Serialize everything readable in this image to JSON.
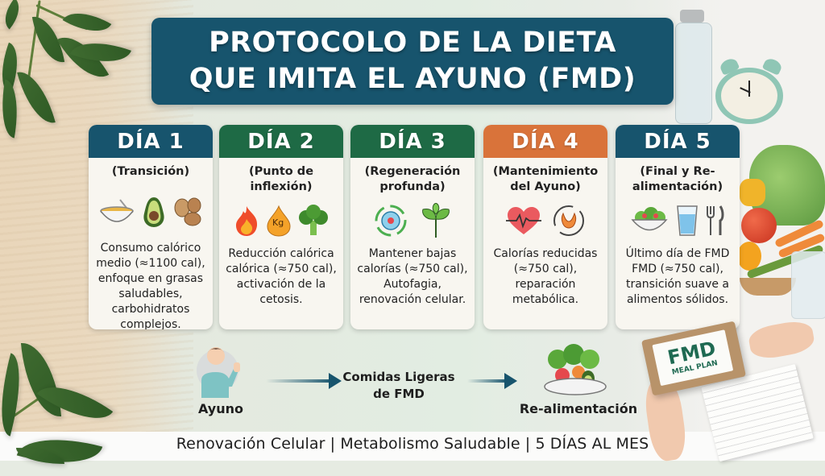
{
  "title": {
    "line1": "PROTOCOLO DE LA DIETA",
    "line2": "QUE IMITA EL AYUNO (FMD)"
  },
  "colors": {
    "title_bg": "#17546d",
    "day1": "#17546d",
    "day2": "#1e6a45",
    "day3": "#1e6a45",
    "day4": "#d9733a",
    "day5": "#17546d",
    "card_bg": "#f8f6f0",
    "arrow": "#17546d"
  },
  "days": [
    {
      "header": "DÍA 1",
      "subtitle": "(Transición)",
      "icons": [
        "soup-bowl-icon",
        "avocado-icon",
        "walnuts-icon"
      ],
      "description": "Consumo calórico medio (≈1100 cal), enfoque en grasas saludables, carbohidratos complejos."
    },
    {
      "header": "DÍA 2",
      "subtitle": "(Punto de inflexión)",
      "icons": [
        "fire-icon",
        "ketone-drop-icon",
        "broccoli-icon"
      ],
      "ketone_label": "Kg",
      "description": "Reducción calórica calórica (≈750 cal), activación de la cetosis."
    },
    {
      "header": "DÍA 3",
      "subtitle": "(Regeneración profunda)",
      "icons": [
        "cell-recycle-icon",
        "sprout-icon"
      ],
      "description": "Mantener bajas calorías (≈750 cal), Autofagia, renovación celular."
    },
    {
      "header": "DÍA 4",
      "subtitle": "(Mantenimiento del Ayuno)",
      "icons": [
        "heartbeat-icon",
        "metabolism-cycle-icon"
      ],
      "description": "Calorías reducidas (≈750 cal), reparación metabólica."
    },
    {
      "header": "DÍA 5",
      "subtitle": "(Final y Re-alimentación)",
      "icons": [
        "salad-bowl-icon",
        "water-glass-icon",
        "cutlery-icon"
      ],
      "description": "Último día de FMD FMD (≈750 cal), transición suave a alimentos sólidos."
    }
  ],
  "flow": {
    "start_label": "Ayuno",
    "middle_label_1": "Comidas Ligeras",
    "middle_label_2": "de FMD",
    "end_label": "Re-alimentación"
  },
  "product_box": {
    "big": "FMD",
    "small": "MEAL PLAN"
  },
  "footer": "Renovación Celular | Metabolismo Saludable | 5 DÍAS AL MES"
}
